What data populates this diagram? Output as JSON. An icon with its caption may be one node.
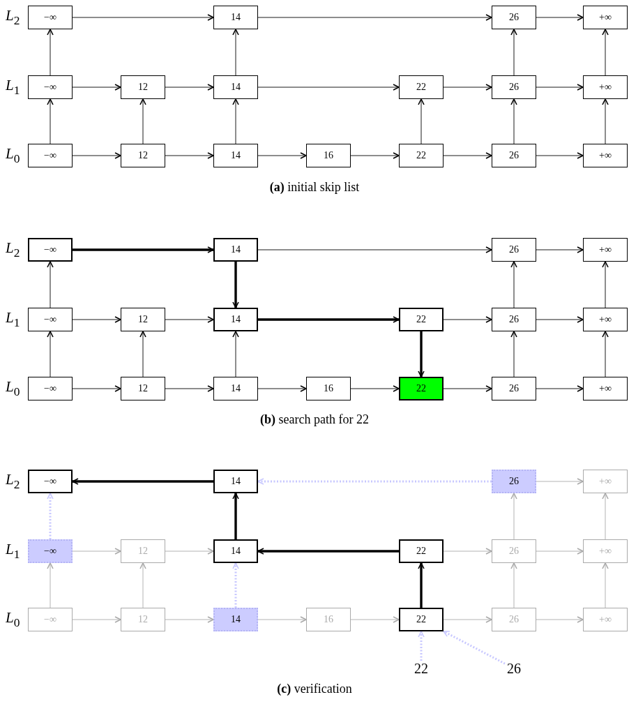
{
  "diagram": {
    "nodes": [
      {
        "text": [
          "−∞"
        ]
      },
      {
        "text": [
          "14"
        ]
      },
      {
        "text": [
          "26"
        ]
      },
      {
        "text": [
          "+∞"
        ]
      },
      {
        "text": [
          "−∞"
        ]
      },
      {
        "text": [
          "12"
        ]
      },
      {
        "text": [
          "14"
        ]
      },
      {
        "text": [
          "22"
        ]
      },
      {
        "text": [
          "26"
        ]
      },
      {
        "text": [
          "+∞"
        ]
      },
      {
        "text": [
          "−∞"
        ]
      },
      {
        "text": [
          "12"
        ]
      },
      {
        "text": [
          "14"
        ]
      },
      {
        "text": [
          "16"
        ]
      },
      {
        "text": [
          "22"
        ]
      },
      {
        "text": [
          "26"
        ]
      },
      {
        "text": [
          "+∞"
        ]
      },
      {
        "text": [
          "−∞"
        ]
      },
      {
        "text": [
          "14"
        ]
      },
      {
        "text": [
          "26"
        ]
      },
      {
        "text": [
          "+∞"
        ]
      },
      {
        "text": [
          "−∞"
        ]
      },
      {
        "text": [
          "12"
        ]
      },
      {
        "text": [
          "14"
        ]
      },
      {
        "text": [
          "22"
        ]
      },
      {
        "text": [
          "26"
        ]
      },
      {
        "text": [
          "+∞"
        ]
      },
      {
        "text": [
          "−∞"
        ]
      },
      {
        "text": [
          "12"
        ]
      },
      {
        "text": [
          "14"
        ]
      },
      {
        "text": [
          "16"
        ]
      },
      {
        "text": [
          "22"
        ]
      },
      {
        "text": [
          "26"
        ]
      },
      {
        "text": [
          "+∞"
        ]
      },
      {
        "text": [
          "−∞"
        ]
      },
      {
        "text": [
          "14"
        ]
      },
      {
        "text": [
          "26"
        ]
      },
      {
        "text": [
          "+∞"
        ]
      },
      {
        "text": [
          "−∞"
        ]
      },
      {
        "text": [
          "12"
        ]
      },
      {
        "text": [
          "14"
        ]
      },
      {
        "text": [
          "22"
        ]
      },
      {
        "text": [
          "26"
        ]
      },
      {
        "text": [
          "+∞"
        ]
      },
      {
        "text": [
          "−∞"
        ]
      },
      {
        "text": [
          "12"
        ]
      },
      {
        "text": [
          "14"
        ]
      },
      {
        "text": [
          "16"
        ]
      },
      {
        "text": [
          "22"
        ]
      },
      {
        "text": [
          "26"
        ]
      },
      {
        "text": [
          "+∞"
        ]
      },
      {
        "text": [
          "22"
        ]
      },
      {
        "text": [
          "26"
        ]
      }
    ],
    "edges": [
      {
        "from": 0,
        "to": 1,
        "arrow": "to"
      },
      {
        "from": 1,
        "to": 2,
        "arrow": "to"
      },
      {
        "from": 2,
        "to": 3,
        "arrow": "to"
      },
      {
        "from": 4,
        "to": 5,
        "arrow": "to"
      },
      {
        "from": 5,
        "to": 6,
        "arrow": "to"
      },
      {
        "from": 6,
        "to": 7,
        "arrow": "to"
      },
      {
        "from": 7,
        "to": 8,
        "arrow": "to"
      },
      {
        "from": 8,
        "to": 9,
        "arrow": "to"
      },
      {
        "from": 10,
        "to": 11,
        "arrow": "to"
      },
      {
        "from": 11,
        "to": 12,
        "arrow": "to"
      },
      {
        "from": 12,
        "to": 13,
        "arrow": "to"
      },
      {
        "from": 13,
        "to": 14,
        "arrow": "to"
      },
      {
        "from": 14,
        "to": 15,
        "arrow": "to"
      },
      {
        "from": 15,
        "to": 16,
        "arrow": "to"
      },
      {
        "from": 10,
        "to": 4,
        "arrow": "to"
      },
      {
        "from": 11,
        "to": 5,
        "arrow": "to"
      },
      {
        "from": 12,
        "to": 6,
        "arrow": "to"
      },
      {
        "from": 14,
        "to": 7,
        "arrow": "to"
      },
      {
        "from": 15,
        "to": 8,
        "arrow": "to"
      },
      {
        "from": 16,
        "to": 9,
        "arrow": "to"
      },
      {
        "from": 4,
        "to": 0,
        "arrow": "to"
      },
      {
        "from": 6,
        "to": 1,
        "arrow": "to"
      },
      {
        "from": 8,
        "to": 2,
        "arrow": "to"
      },
      {
        "from": 9,
        "to": 3,
        "arrow": "to"
      },
      {
        "from": 17,
        "to": 18,
        "arrow": "to",
        "style": "thick"
      },
      {
        "from": 18,
        "to": 19,
        "arrow": "to"
      },
      {
        "from": 19,
        "to": 20,
        "arrow": "to"
      },
      {
        "from": 21,
        "to": 22,
        "arrow": "to"
      },
      {
        "from": 22,
        "to": 23,
        "arrow": "to"
      },
      {
        "from": 23,
        "to": 24,
        "arrow": "to",
        "style": "thick"
      },
      {
        "from": 24,
        "to": 25,
        "arrow": "to"
      },
      {
        "from": 25,
        "to": 26,
        "arrow": "to"
      },
      {
        "from": 27,
        "to": 28,
        "arrow": "to"
      },
      {
        "from": 28,
        "to": 29,
        "arrow": "to"
      },
      {
        "from": 29,
        "to": 30,
        "arrow": "to"
      },
      {
        "from": 30,
        "to": 31,
        "arrow": "to"
      },
      {
        "from": 31,
        "to": 32,
        "arrow": "to"
      },
      {
        "from": 32,
        "to": 33,
        "arrow": "to"
      },
      {
        "from": 27,
        "to": 21,
        "arrow": "to"
      },
      {
        "from": 28,
        "to": 22,
        "arrow": "to"
      },
      {
        "from": 29,
        "to": 23,
        "arrow": "to"
      },
      {
        "from": 24,
        "to": 31,
        "arrow": "to",
        "style": "thick"
      },
      {
        "from": 32,
        "to": 25,
        "arrow": "to"
      },
      {
        "from": 33,
        "to": 26,
        "arrow": "to"
      },
      {
        "from": 21,
        "to": 17,
        "arrow": "to"
      },
      {
        "from": 18,
        "to": 23,
        "arrow": "to",
        "style": "thick"
      },
      {
        "from": 25,
        "to": 19,
        "arrow": "to"
      },
      {
        "from": 26,
        "to": 20,
        "arrow": "to"
      },
      {
        "from": 35,
        "to": 34,
        "arrow": "to",
        "style": "thick"
      },
      {
        "from": 36,
        "to": 35,
        "arrow": "to",
        "style": "dashed",
        "color": "#c8c8ff"
      },
      {
        "from": 36,
        "to": 37,
        "arrow": "to",
        "color": "#aaaaaa"
      },
      {
        "from": 38,
        "to": 39,
        "arrow": "to",
        "color": "#aaaaaa"
      },
      {
        "from": 39,
        "to": 40,
        "arrow": "to",
        "color": "#aaaaaa"
      },
      {
        "from": 41,
        "to": 40,
        "arrow": "to",
        "style": "thick"
      },
      {
        "from": 41,
        "to": 42,
        "arrow": "to",
        "color": "#aaaaaa"
      },
      {
        "from": 42,
        "to": 43,
        "arrow": "to",
        "color": "#aaaaaa"
      },
      {
        "from": 44,
        "to": 45,
        "arrow": "to",
        "color": "#aaaaaa"
      },
      {
        "from": 45,
        "to": 46,
        "arrow": "to",
        "color": "#aaaaaa"
      },
      {
        "from": 46,
        "to": 47,
        "arrow": "to",
        "color": "#aaaaaa"
      },
      {
        "from": 47,
        "to": 48,
        "arrow": "to",
        "color": "#aaaaaa"
      },
      {
        "from": 48,
        "to": 49,
        "arrow": "to",
        "color": "#aaaaaa"
      },
      {
        "from": 49,
        "to": 50,
        "arrow": "to",
        "color": "#aaaaaa"
      },
      {
        "from": 44,
        "to": 38,
        "arrow": "to",
        "color": "#aaaaaa"
      },
      {
        "from": 45,
        "to": 39,
        "arrow": "to",
        "color": "#aaaaaa"
      },
      {
        "from": 46,
        "to": 40,
        "arrow": "to",
        "style": "dashed",
        "color": "#c8c8ff"
      },
      {
        "from": 48,
        "to": 41,
        "arrow": "to",
        "style": "thick"
      },
      {
        "from": 49,
        "to": 42,
        "arrow": "to",
        "color": "#aaaaaa"
      },
      {
        "from": 50,
        "to": 43,
        "arrow": "to",
        "color": "#aaaaaa"
      },
      {
        "from": 38,
        "to": 34,
        "arrow": "to",
        "style": "dashed",
        "color": "#c8c8ff"
      },
      {
        "from": 40,
        "to": 35,
        "arrow": "to",
        "style": "thick"
      },
      {
        "from": 42,
        "to": 36,
        "arrow": "to",
        "color": "#aaaaaa"
      },
      {
        "from": 43,
        "to": 37,
        "arrow": "to",
        "color": "#aaaaaa"
      },
      {
        "from": 51,
        "to": 48,
        "arrow": "to",
        "style": "dashed",
        "color": "#c8c8ff"
      },
      {
        "from": 52,
        "to": 48,
        "arrow": "to",
        "style": "dashed",
        "color": "#c8c8ff"
      }
    ],
    "labels": [
      "*L*$_{2}$",
      "*L*$_{1}$",
      "*L*$_{0}$",
      "**(a)** initial skip list",
      "*L*$_{2}$",
      "*L*$_{1}$",
      "*L*$_{0}$",
      "**(b)** search path for 22",
      "*L*$_{2}$",
      "*L*$_{1}$",
      "*L*$_{0}$",
      "**(c)** verification"
    ]
  }
}
